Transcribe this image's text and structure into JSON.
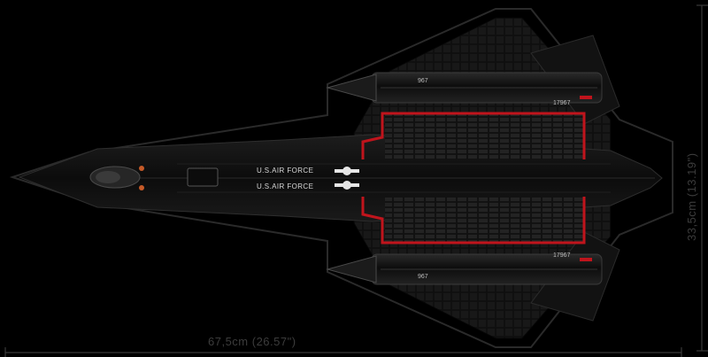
{
  "dimensions": {
    "length": "67,5cm (26.57\")",
    "span": "33,5cm (13.19\")"
  },
  "markings": {
    "usaf_top": "U.S.AIR FORCE",
    "usaf_bottom": "U.S.AIR FORCE",
    "serial_top": "967",
    "serial_bottom": "967",
    "tail_top": "17967",
    "tail_bottom": "17967"
  },
  "colors": {
    "background": "#000000",
    "aircraft_body": "#141414",
    "accent_red": "#c0141c",
    "silhouette_outline": "#2a2a2a",
    "dimension_lines": "#3a3a3a"
  }
}
